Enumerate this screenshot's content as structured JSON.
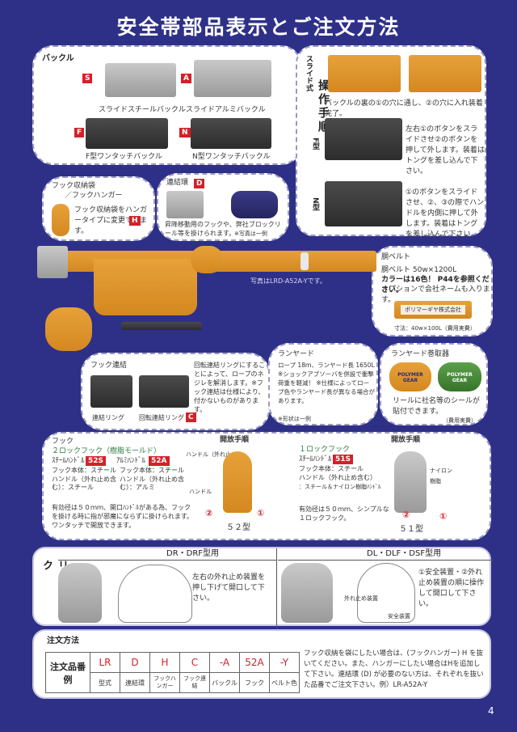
{
  "page": {
    "title": "安全帯部品表示とご注文方法",
    "page_number": "4"
  },
  "buckle": {
    "header": "バックル",
    "items": [
      {
        "code": "S",
        "label": "スライドスチールバックル"
      },
      {
        "code": "A",
        "label": "スライドアルミバックル"
      },
      {
        "code": "F",
        "label": "F型ワンタッチバックル"
      },
      {
        "code": "N",
        "label": "N型ワンタッチバックル"
      }
    ]
  },
  "procedure": {
    "header": "操作手順",
    "slide": {
      "label": "スライド式",
      "text": "バックルの裏の①の穴に通し、②の穴に入れ装着完了。"
    },
    "f_type": {
      "label": "F型",
      "text": "左右①のボタンをスライドさせ②のボタンを押して外します。装着はトングを差し込んで下さい。"
    },
    "n_type": {
      "label": "N型",
      "text": "①のボタンをスライドさせ、②、③の際でハンドルを内側に押して外します。装着はトングを差し込んで下さい。"
    }
  },
  "hook_bag": {
    "header1": "フック収納袋",
    "header2": "／フックハンガー",
    "text": "フック収納袋をハンガータイプに変更できます。",
    "code": "H"
  },
  "connector_ring": {
    "header": "連結環",
    "code": "D",
    "text": "昇降移動用のフックや、弊社ブロックリール等を掛けられます。",
    "note": "※写真は一例"
  },
  "photo_caption": "写真はLRD-A52A-Yです。",
  "belt": {
    "header": "胴ベルト",
    "spec": "胴ベルト 50w×1200L",
    "color_note": "カラーは16色！ P44を参照ください。",
    "option": "オプションで会社ネームも入ります。",
    "plate": "ポリマーギヤ株式会社",
    "size": "寸法：40w×100L（費用実費）"
  },
  "hook_link": {
    "header": "フック連結",
    "text": "回転連結リングにすることによって、ロープのネジレを解消します。※フック連結は仕様により、付かないものがあります。",
    "ring1": "連結リング",
    "ring2": "回転連結リング",
    "code": "C"
  },
  "lanyard": {
    "header": "ランヤード",
    "text": "ロープ 18ｍ、ランヤード長 1650L ※ショックアブソーバを併設で衝撃荷重を軽減！ ※仕様によってロープ色やランヤード長が異なる場合があります。",
    "note": "※形状は一例"
  },
  "lanyard_reel": {
    "header": "ランヤード巻取器",
    "badge1": "POLYMER GEAR",
    "badge2": "POLYMER GEAR",
    "text": "リールに社名等のシールが貼付できます。",
    "note": "（費用実費）"
  },
  "hook": {
    "header": "フック",
    "two_lock": "２ロックフック（樹脂モールド）",
    "steel_handle": "ｽﾁｰﾙﾊﾝﾄﾞﾙ",
    "code_52s": "52S",
    "alu_handle": "ｱﾙﾐﾊﾝﾄﾞﾙ",
    "code_52a": "52A",
    "body1": "フック本体：スチール",
    "handle1": "ハンドル（外れ止め含む）：スチール",
    "body2": "フック本体：スチール",
    "handle2": "ハンドル（外れ止め含む）：アルミ",
    "desc": "有効径は５０ｍｍ、開口ﾊﾝﾄﾞﾙがある為、フックを掛ける時に指が邪魔にならずに掛けられます。ワンタッチで開放できます。",
    "open1": "開放手順",
    "label_handle_stop": "ハンドル（外れ止め）",
    "label_handle": "ハンドル",
    "model52": "５２型",
    "one_lock": "１ロックフック",
    "steel_handle2": "ｽﾁｰﾙﾊﾝﾄﾞﾙ",
    "code_51s": "51S",
    "body3": "フック本体：スチール",
    "handle3": "ハンドル（外れ止め含む）",
    "handle3b": "：スチール＆ナイロン樹脂ﾊﾝﾄﾞﾙ",
    "desc2": "有効径は５０ｍｍ、シンプルな１ロックフック。",
    "open2": "開放手順",
    "label_nylon": "ナイロン樹脂",
    "model51": "５１型"
  },
  "reel_hook": {
    "label": "リールフック",
    "drf_header": "DR・DRF型用",
    "drf_text": "左右の外れ止め装置を押し下げて開口して下さい。",
    "dlf_header": "DL・DLF・DSF型用",
    "dlf_text": "①安全装置・②外れ止め装置の順に操作して開口して下さい。",
    "label_stop": "外れ止め装置",
    "label_safety": "安全装置"
  },
  "order": {
    "header": "注文方法",
    "row_label": "注文品番例",
    "codes": [
      "LR",
      "D",
      "H",
      "C",
      "-A",
      "52A",
      "-Y"
    ],
    "names": [
      "型式",
      "連結環",
      "フックハンガー",
      "フック連結",
      "バックル",
      "フック",
      "ベルト色"
    ],
    "note": "フック収納を袋にしたい場合は、(フックハンガー) H を抜いてください。また、ハンガーにしたい場合はHを追加して下さい。連結環 (D) が必要のない方は、それぞれを抜いた品番でご注文下さい。例）LR-A52A-Y"
  }
}
